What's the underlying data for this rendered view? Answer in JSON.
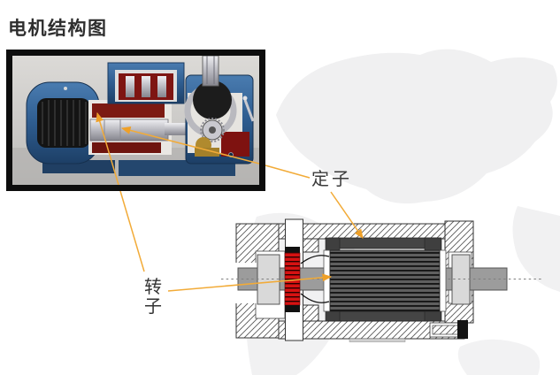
{
  "page": {
    "title": "电机结构图"
  },
  "annotations": {
    "stator": {
      "label": "定子"
    },
    "rotor": {
      "label": "转子"
    }
  },
  "colors": {
    "leader_line": "#F2AB38",
    "arrowhead": "#EFA028",
    "title_text": "#2E2E2E",
    "label_text": "#3A3A3A",
    "photo_frame": "#0D0D0D",
    "motor_blue": "#2E5C8F",
    "commutator_red": "#D61212",
    "stator_gray": "#454545",
    "map_gray": "#F0F0F1"
  }
}
